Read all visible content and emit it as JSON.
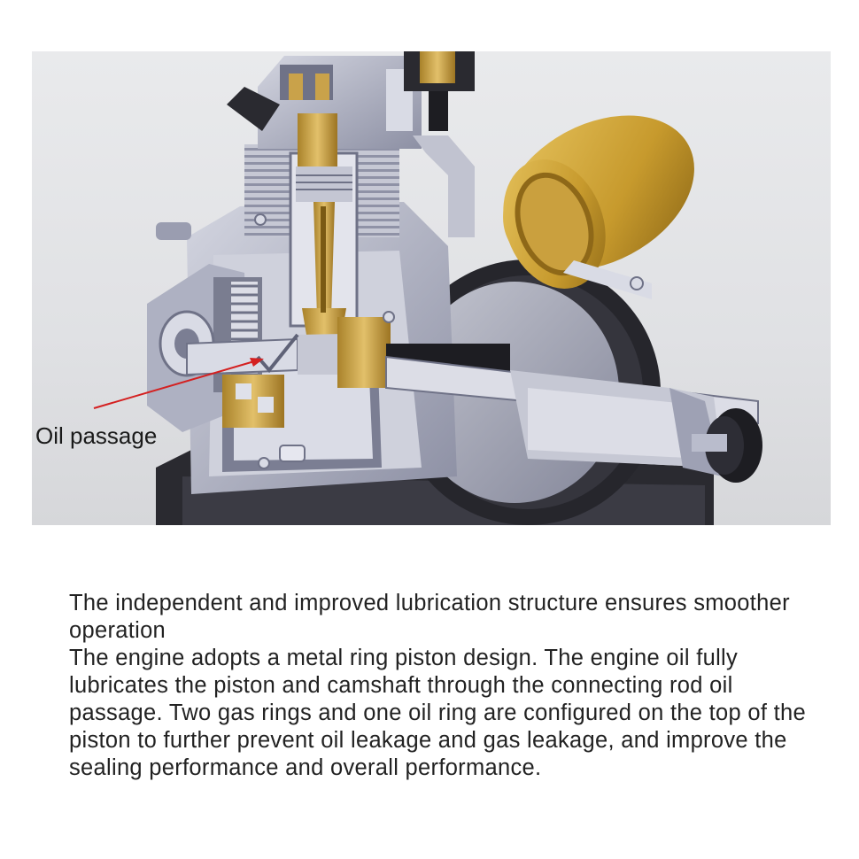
{
  "callout": {
    "label": "Oil passage"
  },
  "caption": {
    "heading": "The independent and improved lubrication structure ensures smoother operation",
    "body": "The engine adopts a metal ring piston design. The engine oil fully lubricates the piston and camshaft through the connecting rod oil passage. Two gas rings and one oil ring are configured on the top of the piston to further prevent oil leakage and gas leakage, and improve the sealing performance and overall performance."
  },
  "colors": {
    "metal": "#b9bccc",
    "metal_dark": "#6f7287",
    "cut_face": "#dfe1ea",
    "brass": "#c9a24a",
    "brass_dark": "#8a6a1f",
    "black": "#1d1d22",
    "arrow": "#d42020"
  }
}
